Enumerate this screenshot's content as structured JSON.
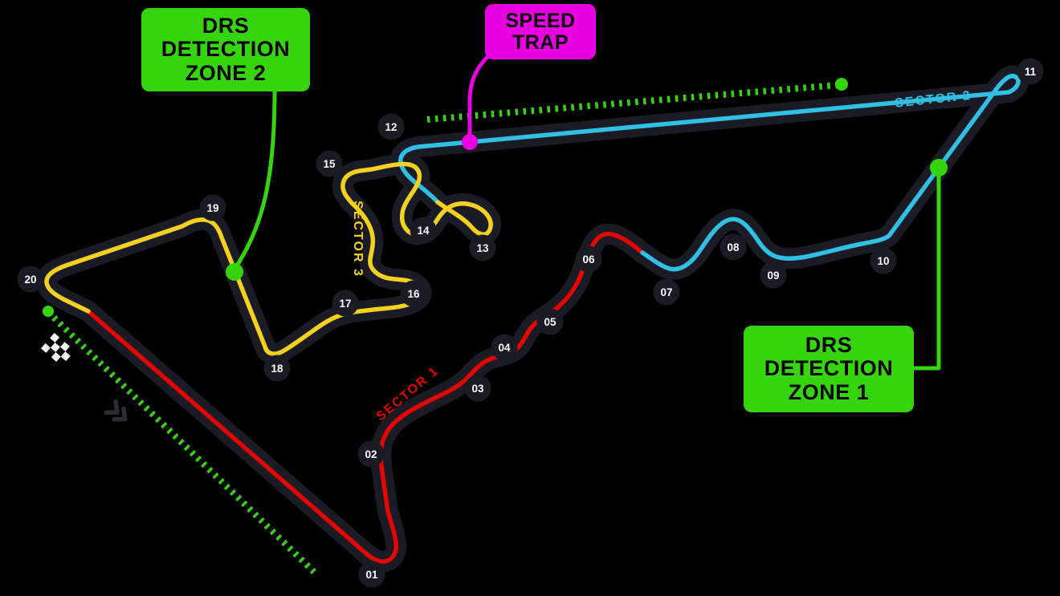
{
  "map": {
    "name": "circuit-track-map",
    "corners": [
      "01",
      "02",
      "03",
      "04",
      "05",
      "06",
      "07",
      "08",
      "09",
      "10",
      "11",
      "12",
      "13",
      "14",
      "15",
      "16",
      "17",
      "18",
      "19",
      "20"
    ],
    "sector_labels": [
      {
        "label": "SECTOR 1",
        "color": "#e10600"
      },
      {
        "label": "SECTOR 2",
        "color": "#31bfe4"
      },
      {
        "label": "SECTOR 3",
        "color": "#f3d11e"
      }
    ],
    "callouts": {
      "drs_zone_2": {
        "lines": [
          "DRS",
          "DETECTION",
          "ZONE 2"
        ],
        "color": "#35d40c"
      },
      "speed_trap": {
        "lines": [
          "SPEED",
          "TRAP"
        ],
        "color": "#e900e0"
      },
      "drs_zone_1": {
        "lines": [
          "DRS",
          "DETECTION",
          "ZONE 1"
        ],
        "color": "#35d40c"
      }
    },
    "colors": {
      "background": "#000000",
      "track_band": "#1b1b26",
      "sector1_red": "#e10600",
      "sector2_cyan": "#31bfe4",
      "sector3_yellow": "#f3d11e",
      "drs_green": "#35d40c",
      "speed_trap_magenta": "#e900e0",
      "corner_number_text": "#ffffff"
    }
  }
}
